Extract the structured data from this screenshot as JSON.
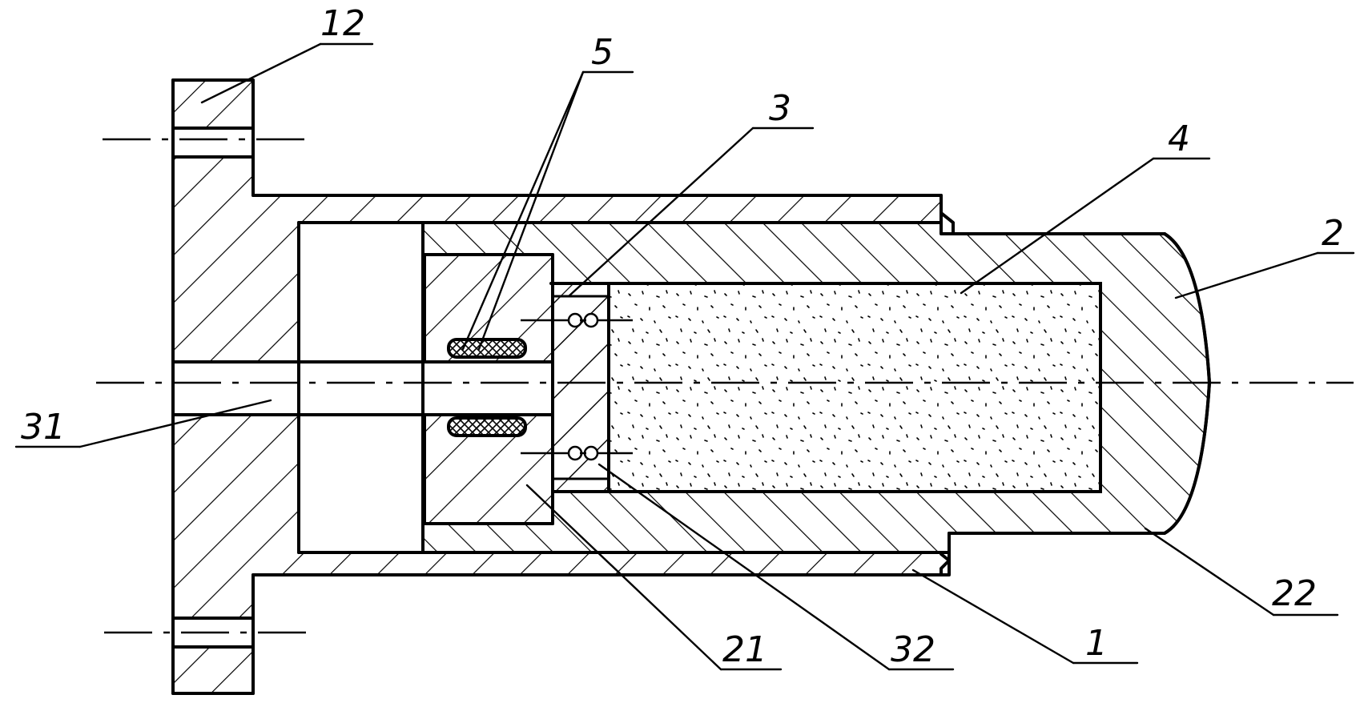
{
  "labels": {
    "part_12": "12",
    "part_5": "5",
    "part_3": "3",
    "part_4": "4",
    "part_2": "2",
    "part_31": "31",
    "part_22": "22",
    "part_21": "21",
    "part_32": "32",
    "part_1": "1"
  },
  "colors": {
    "line": "#000000",
    "background": "#ffffff"
  }
}
